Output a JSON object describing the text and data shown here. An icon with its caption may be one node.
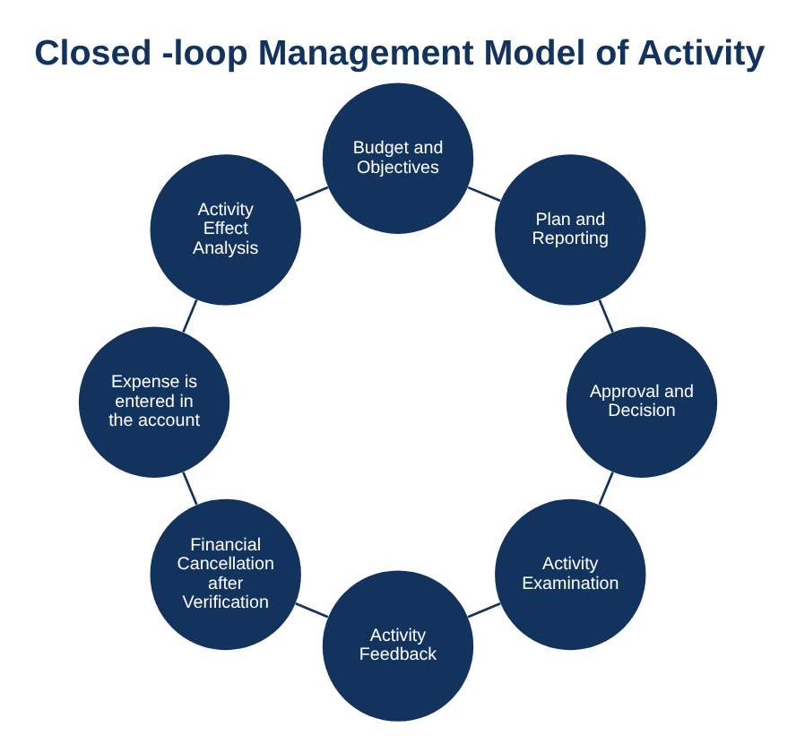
{
  "diagram": {
    "title": "Closed -loop Management Model of Activity",
    "nodes": [
      {
        "text": [
          "Budget and Objectives"
        ]
      },
      {
        "text": [
          "Plan and Reporting"
        ]
      },
      {
        "text": [
          "Approval and Decision"
        ]
      },
      {
        "text": [
          "Activity Examination"
        ]
      },
      {
        "text": [
          "Activity Feedback"
        ]
      },
      {
        "text": [
          "Financial Cancellation after Verification"
        ]
      },
      {
        "text": [
          "Expense is entered in the account"
        ]
      },
      {
        "text": [
          "Activity Effect Analysis"
        ]
      }
    ],
    "edges": [
      {
        "from": 0,
        "to": 1,
        "arrow": "none"
      },
      {
        "from": 1,
        "to": 2,
        "arrow": "none"
      },
      {
        "from": 2,
        "to": 3,
        "arrow": "none"
      },
      {
        "from": 3,
        "to": 4,
        "arrow": "none"
      },
      {
        "from": 4,
        "to": 5,
        "arrow": "none"
      },
      {
        "from": 5,
        "to": 6,
        "arrow": "none"
      },
      {
        "from": 6,
        "to": 7,
        "arrow": "none"
      },
      {
        "from": 7,
        "to": 0,
        "arrow": "none"
      }
    ]
  }
}
